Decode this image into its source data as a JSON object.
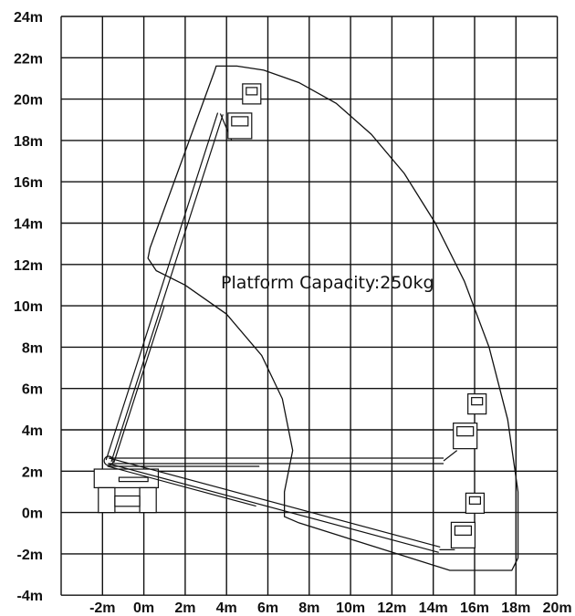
{
  "chart_data": {
    "type": "diagram",
    "annotation": "Platform Capacity:250kg",
    "x_ticks": [
      "-2m",
      "0m",
      "2m",
      "4m",
      "6m",
      "8m",
      "10m",
      "12m",
      "14m",
      "16m",
      "18m",
      "20m"
    ],
    "x_values": [
      -2,
      0,
      2,
      4,
      6,
      8,
      10,
      12,
      14,
      16,
      18,
      20
    ],
    "y_ticks": [
      "24m",
      "22m",
      "20m",
      "18m",
      "16m",
      "14m",
      "12m",
      "10m",
      "8m",
      "6m",
      "4m",
      "2m",
      "0m",
      "-2m",
      "-4m"
    ],
    "y_values": [
      24,
      22,
      20,
      18,
      16,
      14,
      12,
      10,
      8,
      6,
      4,
      2,
      0,
      -2,
      -4
    ],
    "xlim": [
      -4,
      20
    ],
    "ylim": [
      -4,
      24
    ],
    "grid": true,
    "envelope_outline": [
      [
        3.5,
        21.6
      ],
      [
        4.5,
        21.6
      ],
      [
        5.8,
        21.4
      ],
      [
        7.5,
        20.8
      ],
      [
        9.3,
        19.8
      ],
      [
        11.0,
        18.3
      ],
      [
        12.6,
        16.4
      ],
      [
        14.1,
        14.0
      ],
      [
        15.5,
        11.2
      ],
      [
        16.7,
        8.0
      ],
      [
        17.6,
        4.5
      ],
      [
        18.1,
        1.0
      ],
      [
        18.1,
        -2.2
      ],
      [
        17.8,
        -2.8
      ],
      [
        14.8,
        -2.8
      ],
      [
        7.5,
        -0.5
      ],
      [
        6.8,
        -0.2
      ],
      [
        6.8,
        1.0
      ],
      [
        7.2,
        3.0
      ],
      [
        6.7,
        5.5
      ],
      [
        5.7,
        7.6
      ],
      [
        4.0,
        9.6
      ],
      [
        2.0,
        11.0
      ],
      [
        0.6,
        11.7
      ],
      [
        0.2,
        12.3
      ],
      [
        0.3,
        12.8
      ],
      [
        3.4,
        21.3
      ],
      [
        3.5,
        21.6
      ]
    ],
    "boom_positions": [
      {
        "pivot": [
          -1.7,
          2.5
        ],
        "tip": [
          3.7,
          19.3
        ],
        "platform": [
          4.6,
          18.0
        ]
      },
      {
        "pivot": [
          -1.7,
          2.5
        ],
        "tip": [
          14.5,
          2.5
        ],
        "platform": [
          15.5,
          3.0
        ]
      },
      {
        "pivot": [
          -1.7,
          2.5
        ],
        "tip": [
          14.3,
          -1.8
        ],
        "platform": [
          15.4,
          -1.8
        ]
      }
    ]
  }
}
